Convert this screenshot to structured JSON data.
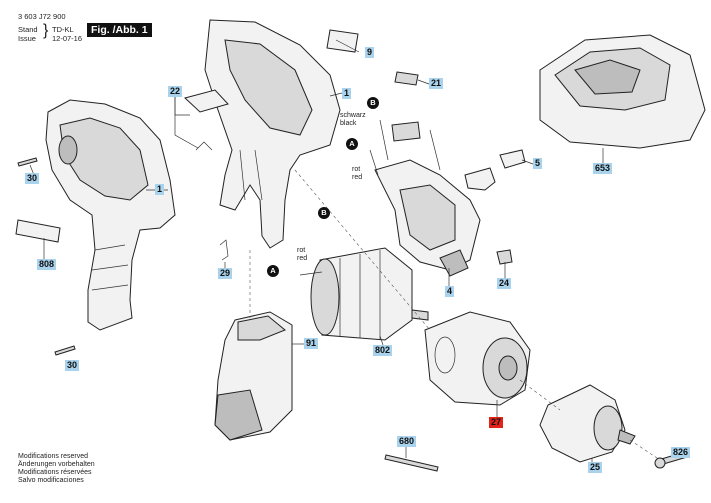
{
  "header": {
    "part_number": "3 603 J72 900",
    "stand_label": "Stand",
    "issue_label": "Issue",
    "stand_code": "TD-KL",
    "issue_date": "12-07-16",
    "figure_label": "Fig. /Abb. 1"
  },
  "callouts": {
    "p9": "9",
    "p1a": "1",
    "p1b": "1",
    "p22": "22",
    "p21": "21",
    "p30a": "30",
    "p30b": "30",
    "p808": "808",
    "p29": "29",
    "p5": "5",
    "p653": "653",
    "p4": "4",
    "p24": "24",
    "p91": "91",
    "p802": "802",
    "p27": "27",
    "p680": "680",
    "p25": "25",
    "p826": "826"
  },
  "callout_colors": {
    "default": "#a9d2ec",
    "highlight": "#e2231a"
  },
  "wires": {
    "B": "B",
    "A": "A",
    "schwarz": "schwarz",
    "black": "black",
    "rot": "rot",
    "red": "red"
  },
  "footer": {
    "line1": "Modifications reserved",
    "line2": "Änderungen vorbehalten",
    "line3": "Modifications réservées",
    "line4": "Salvo modificaciones"
  }
}
